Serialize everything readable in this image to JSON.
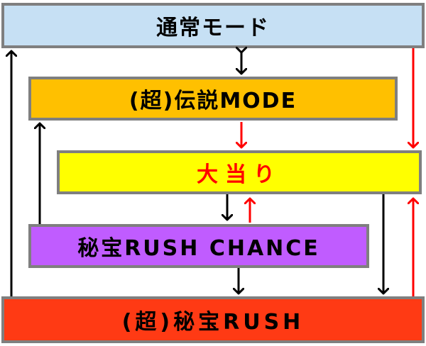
{
  "boxes": {
    "normal": "通常モード",
    "legend": "(超)伝説MODE",
    "jackpot": "大当り",
    "chance": "秘宝RUSH CHANCE",
    "rush": "(超)秘宝RUSH"
  },
  "colors": {
    "normal_fill": "#c6e0f4",
    "legend_fill": "#ffc000",
    "jackpot_fill": "#ffff00",
    "jackpot_text": "#ff0000",
    "chance_fill": "#c05cff",
    "rush_fill": "#ff3a14",
    "border": "#7f7f7f",
    "arrow_black": "#000000",
    "arrow_red": "#ff0000"
  },
  "arrows": [
    {
      "from": "(超)秘宝RUSH",
      "to": "通常モード",
      "color": "black"
    },
    {
      "from": "通常モード",
      "to": "(超)伝説MODE",
      "color": "black",
      "bidirectional": true
    },
    {
      "from": "(超)伝説MODE",
      "to": "大当り",
      "color": "red"
    },
    {
      "from": "通常モード",
      "to": "大当り",
      "color": "red"
    },
    {
      "from": "秘宝RUSH CHANCE",
      "to": "(超)伝説MODE",
      "color": "black"
    },
    {
      "from": "大当り",
      "to": "秘宝RUSH CHANCE",
      "color": "black"
    },
    {
      "from": "秘宝RUSH CHANCE",
      "to": "大当り",
      "color": "red"
    },
    {
      "from": "大当り",
      "to": "(超)秘宝RUSH",
      "color": "black"
    },
    {
      "from": "(超)秘宝RUSH",
      "to": "大当り",
      "color": "red"
    },
    {
      "from": "秘宝RUSH CHANCE",
      "to": "(超)秘宝RUSH",
      "color": "black"
    }
  ]
}
